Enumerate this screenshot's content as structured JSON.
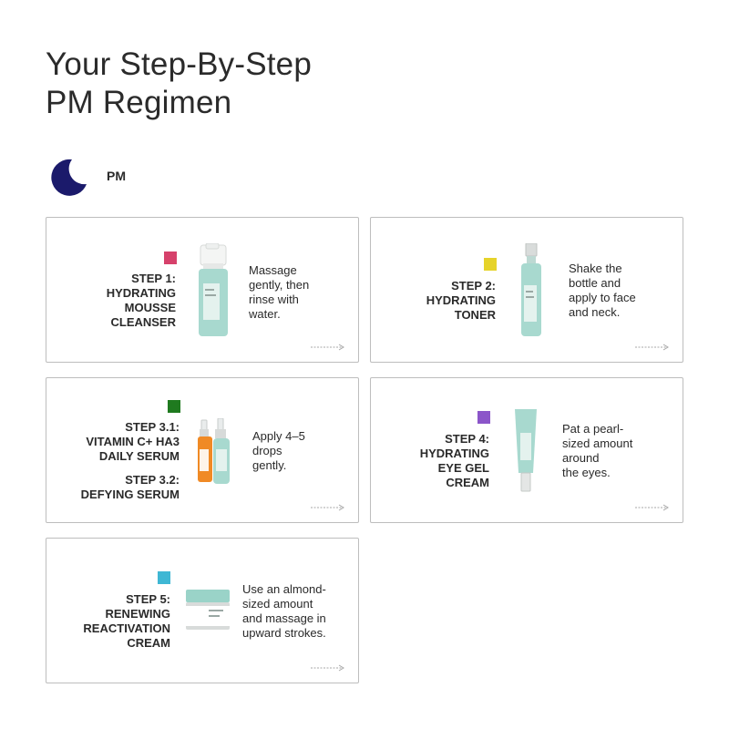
{
  "title": {
    "line1": "Your Step-By-Step",
    "line2": "PM Regimen"
  },
  "time_of_day": {
    "label": "PM",
    "icon": "moon-icon",
    "icon_color": "#1b1a6b"
  },
  "steps": [
    {
      "swatch_color": "#d6416b",
      "title_lines": [
        "STEP 1:",
        "HYDRATING",
        "MOUSSE",
        "CLEANSER"
      ],
      "desc_lines": [
        "Massage",
        "gently, then",
        "rinse with",
        "water."
      ],
      "product": "foam-pump-bottle-icon"
    },
    {
      "swatch_color": "#e6d32a",
      "title_lines": [
        "STEP 2:",
        "HYDRATING",
        "TONER"
      ],
      "desc_lines": [
        "Shake the",
        "bottle and",
        "apply to face",
        "and neck."
      ],
      "product": "toner-bottle-icon"
    },
    {
      "swatch_color": "#1f7a1f",
      "title_lines": [
        "STEP 3.1:",
        "VITAMIN C+ HA3",
        "DAILY SERUM"
      ],
      "title2_lines": [
        "STEP 3.2:",
        "DEFYING SERUM"
      ],
      "desc_lines": [
        "Apply 4–5",
        "drops",
        "gently."
      ],
      "product": "serum-dropper-bottles-icon"
    },
    {
      "swatch_color": "#8b55c9",
      "title_lines": [
        "STEP 4:",
        "HYDRATING",
        "EYE GEL",
        "CREAM"
      ],
      "desc_lines": [
        "Pat a pearl-",
        "sized amount",
        "around",
        "the eyes."
      ],
      "product": "eye-gel-tube-icon"
    },
    {
      "swatch_color": "#3fb7d4",
      "title_lines": [
        "STEP 5:",
        "RENEWING",
        "REACTIVATION",
        "CREAM"
      ],
      "desc_lines": [
        "Use an almond-",
        "sized amount",
        "and massage in",
        "upward strokes."
      ],
      "product": "cream-jar-icon"
    }
  ]
}
